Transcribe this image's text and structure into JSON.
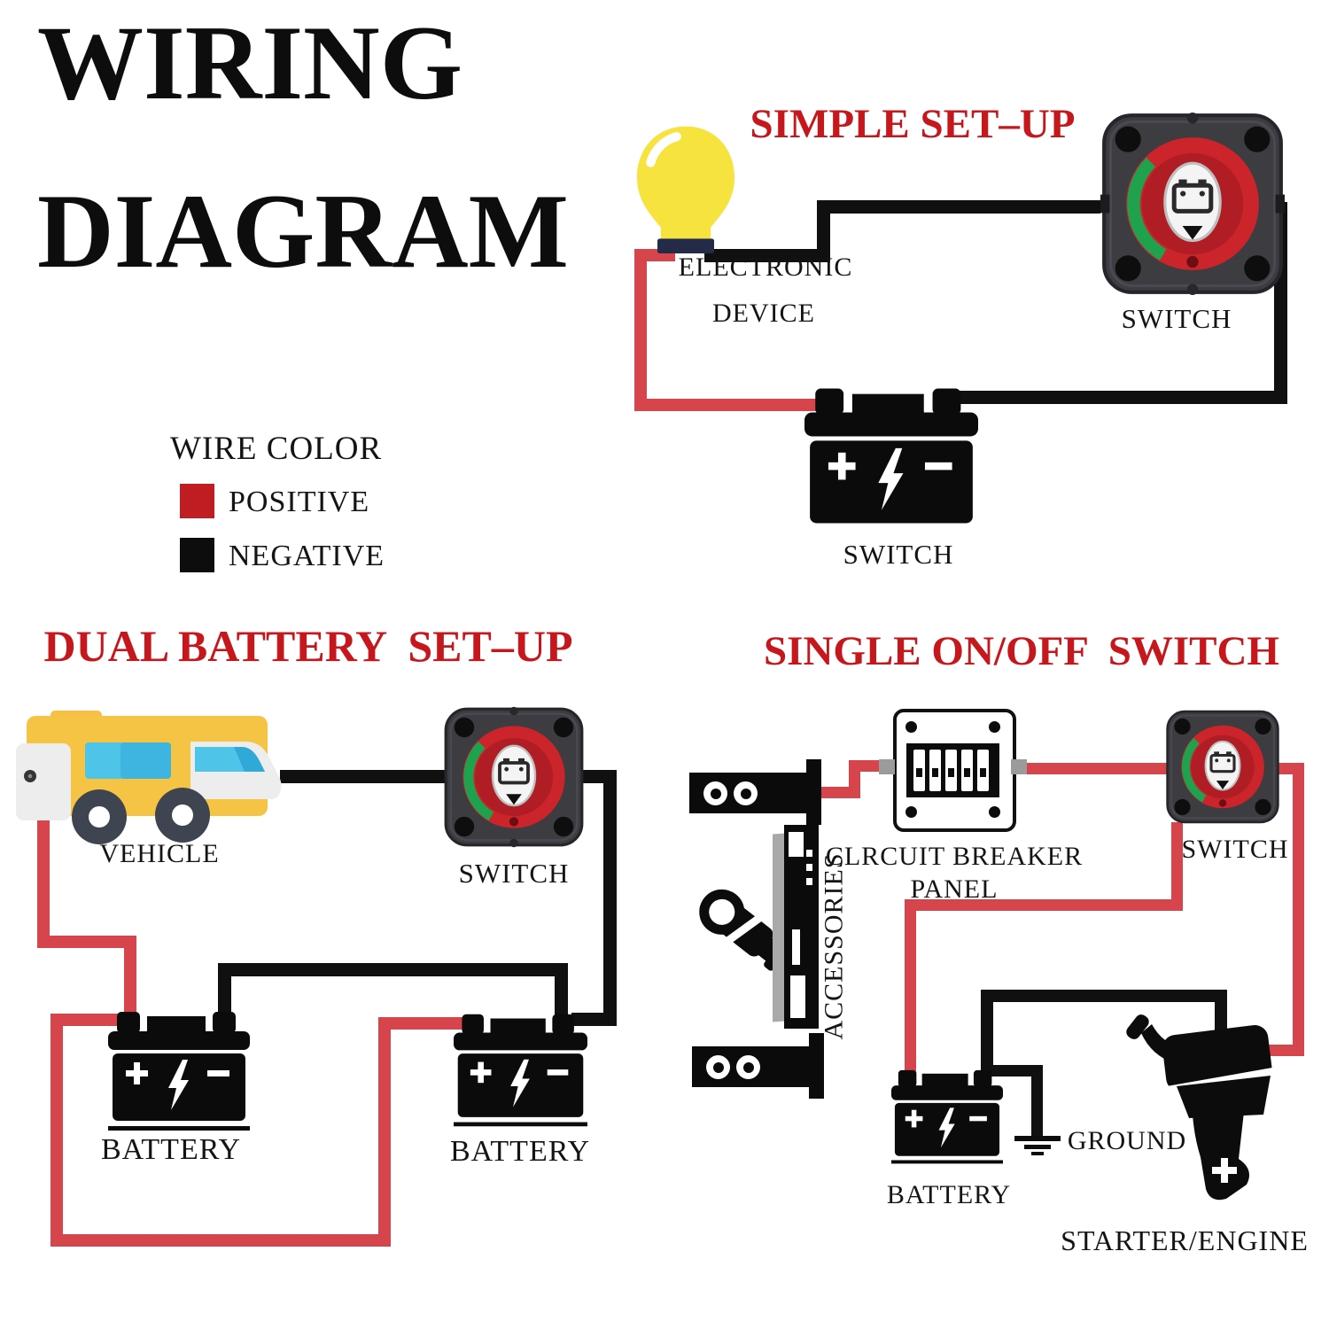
{
  "title": {
    "line1": "WIRING",
    "line2": "DIAGRAM"
  },
  "legend": {
    "heading": "WIRE COLOR",
    "items": [
      {
        "label": "POSITIVE",
        "color": "#c01d23"
      },
      {
        "label": "NEGATIVE",
        "color": "#0d0d0d"
      }
    ]
  },
  "colors": {
    "heading_red": "#c5171c",
    "wire_positive": "#d6454b",
    "wire_negative": "#101010",
    "switch_knob_red": "#cb242b",
    "switch_green_arc": "#1ea24e",
    "bulb_yellow": "#f7e33d",
    "vehicle_yellow": "#f6c445",
    "vehicle_window_blue": "#4ec4e9"
  },
  "sections": {
    "simple": {
      "heading": "SIMPLE SET–UP",
      "device_label_line1": "ELECTRONIC",
      "device_label_line2": "DEVICE",
      "switch_label": "SWITCH",
      "battery_label": "SWITCH"
    },
    "dual": {
      "heading": "DUAL BATTERY  SET–UP",
      "vehicle_label": "VEHICLE",
      "switch_label": "SWITCH",
      "battery1_label": "BATTERY",
      "battery2_label": "BATTERY"
    },
    "single": {
      "heading": "SINGLE ON/OFF  SWITCH",
      "breaker_label_line1": "CLRCUIT BREAKER",
      "breaker_label_line2": "PANEL",
      "switch_label": "SWITCH",
      "accessories_label": "ACCESSORIES",
      "battery_label": "BATTERY",
      "ground_label": "GROUND",
      "starter_label": "STARTER/ENGINE"
    }
  },
  "icons": {
    "bulb-icon": "light bulb",
    "battery-switch-icon": "rotary battery disconnect switch",
    "battery-icon": "car battery with plus minus and lightning bolt",
    "vehicle-icon": "camper van",
    "breaker-panel-icon": "circuit breaker panel",
    "accessory-bar-icon": "accessory bar with two round lights",
    "spotlight-icon": "handheld spotlight",
    "stereo-icon": "stereo head unit",
    "ground-icon": "ground symbol",
    "outboard-motor-icon": "outboard starter engine"
  }
}
